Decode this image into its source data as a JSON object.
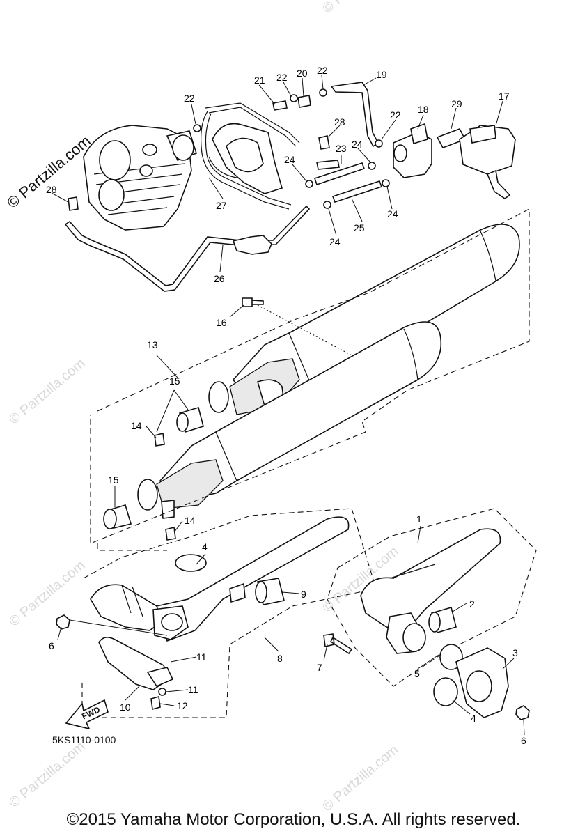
{
  "watermark": {
    "main": "© Partzilla.com",
    "faint": "© Partzilla.com"
  },
  "diagram_code": "5KS1110-0100",
  "copyright": "©2015 Yamaha Motor Corporation, U.S.A. All rights reserved.",
  "fwd_label": "FWD",
  "callouts": {
    "c1": "1",
    "c2": "2",
    "c3": "3",
    "c4a": "4",
    "c4b": "4",
    "c5": "5",
    "c6a": "6",
    "c6b": "6",
    "c7": "7",
    "c8": "8",
    "c9": "9",
    "c10": "10",
    "c11a": "11",
    "c11b": "11",
    "c12": "12",
    "c13": "13",
    "c14a": "14",
    "c14b": "14",
    "c15a": "15",
    "c15b": "15",
    "c16": "16",
    "c17": "17",
    "c18": "18",
    "c19": "19",
    "c20": "20",
    "c21": "21",
    "c22a": "22",
    "c22b": "22",
    "c22c": "22",
    "c22d": "22",
    "c23": "23",
    "c24a": "24",
    "c24b": "24",
    "c24c": "24",
    "c24d": "24",
    "c25": "25",
    "c26": "26",
    "c27": "27",
    "c28a": "28",
    "c28b": "28",
    "c29": "29"
  }
}
